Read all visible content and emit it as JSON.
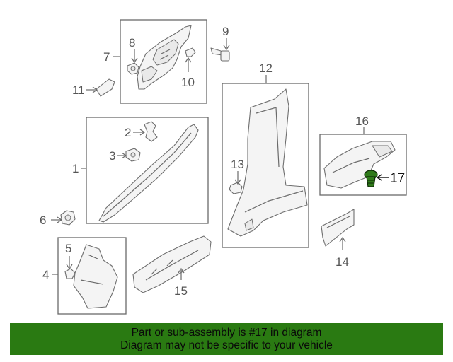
{
  "diagram": {
    "callouts": {
      "c1": "1",
      "c2": "2",
      "c3": "3",
      "c4": "4",
      "c5": "5",
      "c6": "6",
      "c7": "7",
      "c8": "8",
      "c9": "9",
      "c10": "10",
      "c11": "11",
      "c12": "12",
      "c13": "13",
      "c14": "14",
      "c15": "15",
      "c16": "16",
      "c17": "17"
    },
    "highlighted_part": "17",
    "highlight_color": "#2a7a12"
  },
  "banner": {
    "line1": "Part or sub-assembly is #17 in diagram",
    "line2": "Diagram may not be specific to your vehicle",
    "background": "#2a7a12"
  }
}
